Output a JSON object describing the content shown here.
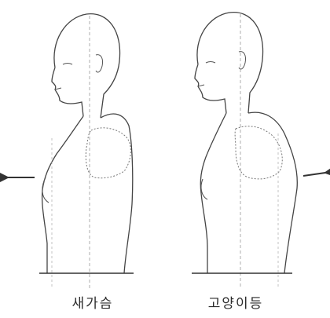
{
  "figures": [
    {
      "caption": "새가슴",
      "arrow_direction": "left"
    },
    {
      "caption": "고양이등",
      "arrow_direction": "right"
    }
  ]
}
